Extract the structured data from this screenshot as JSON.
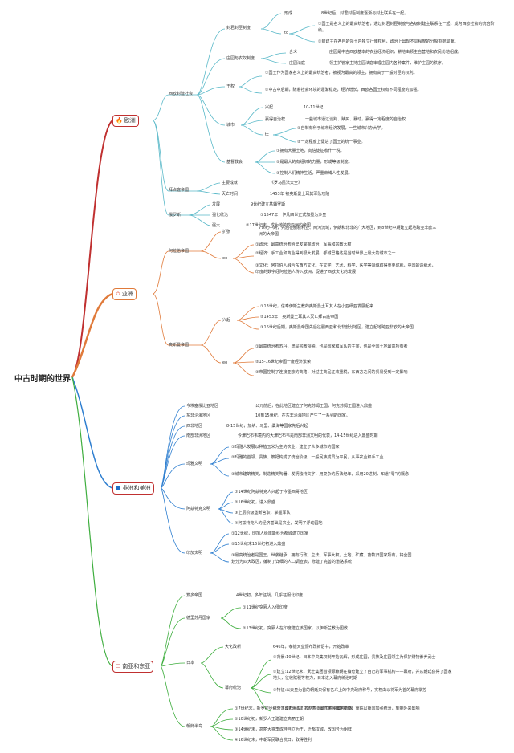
{
  "root": "中古时期的世界",
  "branches": [
    {
      "label": "欧洲",
      "icon": "🔥",
      "icon_name": "fire-icon",
      "color": "#c03030"
    },
    {
      "label": "亚洲",
      "icon": "✩",
      "icon_name": "star-icon",
      "color": "#e07a3a"
    },
    {
      "label": "非洲和美洲",
      "icon": "■",
      "icon_name": "blue-square-icon",
      "color": "#2f7fd0"
    },
    {
      "label": "南亚和东亚",
      "icon": "☐",
      "icon_name": "box-icon",
      "color": "#3fae3f"
    }
  ],
  "colors": {
    "europe": "#58b8c8",
    "asia": "#e07a3a",
    "africa": "#2f7fd0",
    "southasia": "#3fae3f"
  },
  "europe": {
    "feudal": "西欧封建社会",
    "fengjian": "封君封臣制度",
    "xingcheng": "形成",
    "xingcheng_t": "8世纪后，封君封臣制度逐渐与封土联系在一起。",
    "tedian": "tc",
    "tedian_1": "①国王是名义上的最高统治者，通过封君封臣制度与各级封建主联系在一起，成为西欧社会的统治阶级。",
    "tedian_2": "②封建主在各自的领土内独立行使权利，政治上出现不同程度的分裂割据局面。",
    "zhuangyuan": "庄园与农奴制度",
    "hanyi": "含义",
    "hanyi_t": "庄园是中古西欧基本的农业经济组织，耕地由领主自营地和农民份地组成。",
    "fating": "庄园法庭",
    "fating_t": "领主护管家主持庄园法庭审理庄园内各种案件，维护庄园的秩序。",
    "wangquan": "王权",
    "wangquan_1": "①国王作为国家名义上的最高统治者，被视为最高的领主，拥有高于一般封臣的权利。",
    "wangquan_2": "②中古中后期，随着社会环境的逐渐稳定，经济增长，西欧各国王权有不同程度的加强。",
    "chengshi": "城市",
    "xingqi": "兴起",
    "xingqi_t": "10-11世纪",
    "zizhi": "赢得自治权",
    "zizhi_t": "一些城市通过谈判、赎买、暴动，赢得一定程度的自治权",
    "chengshi_tc": "tc",
    "chengshi_1": "①自制有利于城市经济发展，一些城市兴办大学。",
    "chengshi_2": "②一定程度上促进了国王的统一事业。",
    "jidujiao": "基督教会",
    "jidujiao_1": "①拥有大量土地，向信徒征收什一税。",
    "jidujiao_2": "②是最大的有组织的力量，形成等级制度。",
    "jidujiao_3": "③控制人们精神生活，严重束缚人性发展。",
    "byzantium": "拜占庭帝国",
    "zhuyao": "主要成就",
    "zhuyao_t": "《罗马民法大全》",
    "miewang": "灭亡时间",
    "miewang_t": "1453年 被奥斯曼土耳其军队攻陷",
    "russia": "俄罗斯",
    "fazhan": "发展",
    "fazhan_t": "9世纪建立基辅罗斯",
    "qianghua": "强化统治",
    "qianghua_t": "①1547年，伊凡四世正式加冕为沙皇",
    "qiangda": "强大",
    "qiangda_t": "②17世纪末，成为地跨欧亚洲的帝国"
  },
  "asia": {
    "arab": "阿拉伯帝国",
    "kuozhang": "扩张",
    "kuozhang_t": "7世纪中期，先后征服叙利亚、两河流域，伊朗和北非的广大地区，到8世纪中期建立起地跨亚非欧三洲的大帝国",
    "tc": "eo",
    "arab_1": "①政治：最高统治者哈里发掌握政治、军事和宗教大权",
    "arab_2": "②经济：手工业和商业得到很大发展，都城巴格达是当时世界上最大的城市之一",
    "arab_3": "③文化：阿拉伯人融合东西方文化，在文学、艺术、科学、医学等领域取得重要成就，中国的造纸术，印度的数字经阿拉伯人传入欧洲，促进了西欧文化的发展",
    "ottoman": "奥斯曼帝国",
    "xingqi": "兴起",
    "ottoman_q1": "①13世纪，信奉伊斯兰教的奥斯曼土耳其人在小亚细亚发展起来",
    "ottoman_q2": "②1453年，奥斯曼土耳其人灭亡拜占庭帝国",
    "ottoman_q3": "③16世纪后期，奥斯曼帝国先后征服西亚和北非部分地区，建立起地跨亚非欧的大帝国",
    "tc2": "eo",
    "ottoman_t1": "①最高统治者苏丹，既是宗教领袖，也是国家和军队的主宰，也是全国土地最高所有者",
    "ottoman_t2": "②15-16世纪帝国一度经济繁荣",
    "ottoman_t3": "③帝国控制了连接亚欧的商路，对过往商品征收重税，东西方之间的贸易受到一定影响"
  },
  "africa": {
    "ghana": "今埃塞俄比亚地区",
    "ghana_t": "公元前后，在此地区建立了阿克苏姆王国，阿克苏姆王国进入鼎盛",
    "eastcoast": "东非沿海地区",
    "eastcoast_t": "10到15世纪，在东非沿海地区产生了一系列的国家。",
    "westafrica": "西非地区",
    "westafrica_t": "8-15世纪，加纳、马里、桑海等国家先后兴起",
    "south": "南部非洲地区",
    "south_t": "今津巴布韦境内的大津巴布韦是南部非洲文明的代表，14-15世纪进入鼎盛时期",
    "maya": "玛雅文明",
    "maya_1": "①玛雅人发展以种植玉米为主的农业，建立了众多城市的国家",
    "maya_2": "②玛雅的首领、贵族、祭祀构成了统治阶级，一般民族成员为平民，从事农业和手工业",
    "maya_3": "③城市建筑精美，制造精美陶器，发明独特文字，用复杂的历法纪年，采用20进制，知道“零”的概念",
    "aztec": "阿兹特克文明",
    "aztec_1": "①14世纪阿兹特克人兴起于今墨西哥地区",
    "aztec_2": "②16世纪初，进入鼎盛",
    "aztec_3": "③上层阶级垄断官职，掌握军队",
    "aztec_4": "④阿兹特克人的经济基础是农业，发明了浮动园地",
    "inca": "印加文明",
    "inca_1": "①12世纪，印加人给库斯科为都城建立国家",
    "inca_2": "②15世纪末16世纪初进入鼎盛",
    "inca_3": "③最高统治者是国王，世袭继承，拥有行政、立法、军事大权，土地、矿藏、畜牧归国家所有，将全国划分为四大政区，编制了详细的人口调查表，修建了完善的道路系统"
  },
  "southasia": {
    "delhi": "笈多帝国",
    "delhi_t": "4世纪初，多年征战，几乎征服北印度",
    "sultan": "德里苏丹国家",
    "sultan_1": "①11世纪突厥人入侵印度",
    "sultan_2": "②13世纪初，突厥人在印度建立该国家，以伊斯兰教为国教",
    "japan": "日本",
    "taika": "大化改新",
    "taika_t": "646年，孝德天皇颁布改新诏书，开始改革",
    "bakufu": "幕府统治",
    "bakufu_1": "①背景:10世纪，日本中央集权制开始瓦解，形成庄园，贵族及庄园领主为保护财物豢养武士",
    "bakufu_2": "②建立:12世纪末，武士集团首领源赖朝在镰仓建立了自己的军事机构——幕府，并从朝廷获得了国家地头，征收赋税等权力，日本进入幕府统治时期",
    "bakufu_3": "③特征:以天皇为首的朝廷只保有名义上的中央政府称号，实权由以将军为首的幕府掌控",
    "bakufu_4": "④衰落:17世纪建立的德川幕府面对世界变局，面临以锁国加强统治，到制外来影响",
    "korea": "朝鲜半岛",
    "korea_1": "①7世纪末，新罗初步统一了朝鲜半岛，模仿中国建立中央集权国家",
    "korea_2": "②10世纪初，新罗人王建建立高丽王朝",
    "korea_3": "③14世纪末，高丽大将李成桂自立为王，迁都汉城，改国号为朝鲜",
    "korea_4": "④16世纪末，中朝军民联合抗日，取得胜利"
  }
}
